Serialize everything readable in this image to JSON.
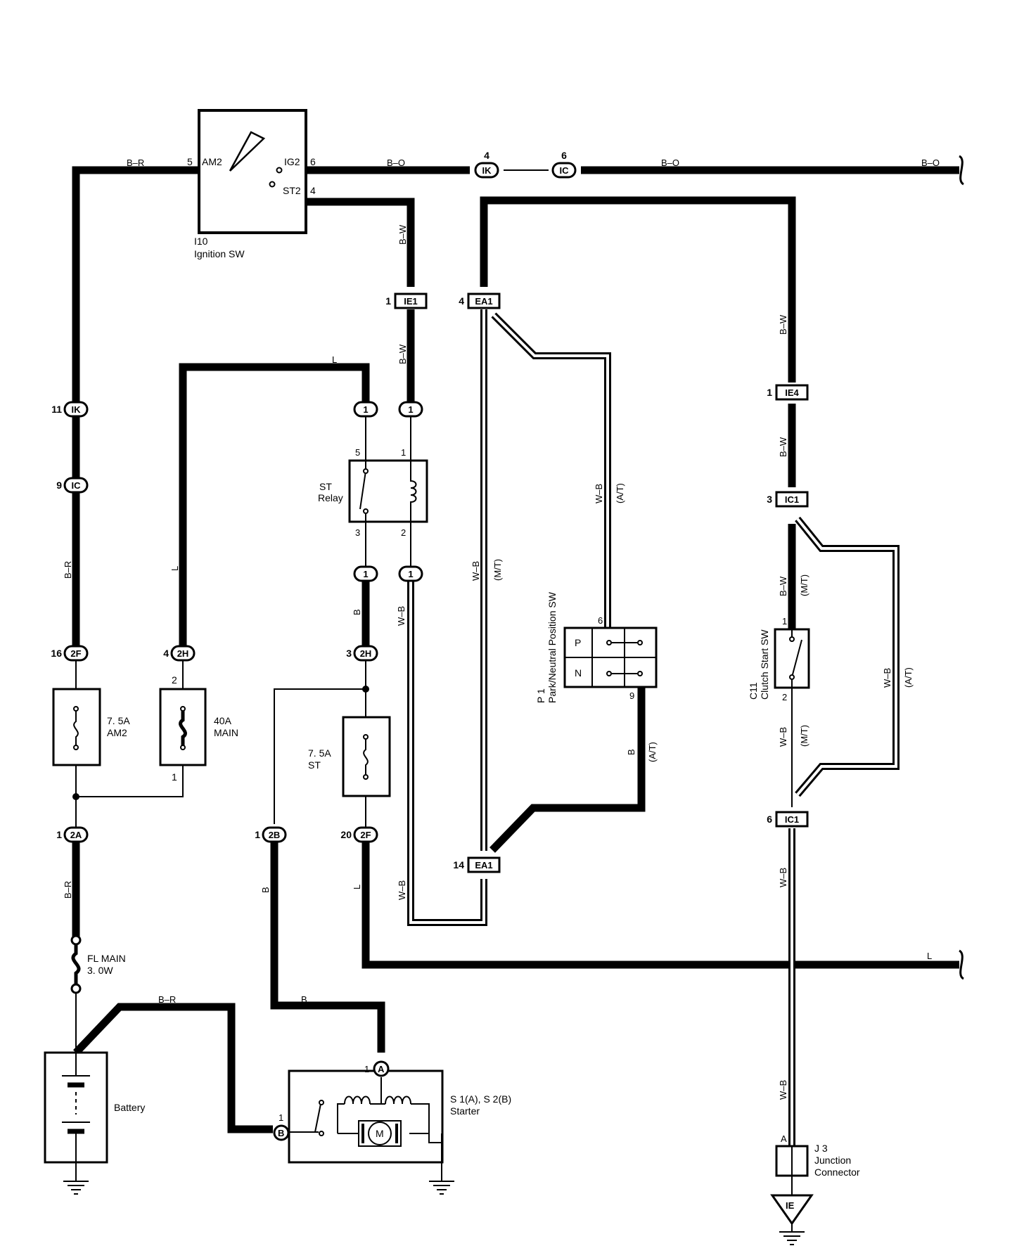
{
  "components": {
    "ignition_sw": {
      "id": "I10",
      "name": "Ignition SW",
      "am2": "AM2",
      "ig2": "IG2",
      "st2": "ST2",
      "pin_am2": "5",
      "pin_ig2": "6",
      "pin_st2": "4"
    },
    "st_relay": {
      "name": "ST",
      "name2": "Relay",
      "p5": "5",
      "p1": "1",
      "p3": "3",
      "p2": "2"
    },
    "fuse_am2": {
      "rating": "7. 5A",
      "name": "AM2"
    },
    "fuse_main": {
      "rating": "40A",
      "name": "MAIN",
      "p2": "2",
      "p1": "1"
    },
    "fuse_st": {
      "rating": "7. 5A",
      "name": "ST"
    },
    "fl_main": {
      "name": "FL MAIN",
      "rating": "3. 0W"
    },
    "battery": {
      "name": "Battery"
    },
    "starter": {
      "id": "S 1(A), S 2(B)",
      "name": "Starter",
      "motor": "M",
      "pinA": "1",
      "pinB": "1"
    },
    "pnp_sw": {
      "id": "P 1",
      "name": "Park/Neutral Position SW",
      "p": "P",
      "n": "N",
      "p6": "6",
      "p9": "9"
    },
    "clutch_sw": {
      "id": "C11",
      "name": "Clutch Start SW",
      "p1": "1",
      "p2": "2"
    },
    "junction": {
      "id": "J 3",
      "name": "Junction",
      "name2": "Connector",
      "pin": "A",
      "ground": "IE"
    }
  },
  "connectors": {
    "ik_top": {
      "code": "IK",
      "pin": "4"
    },
    "ic_top": {
      "code": "IC",
      "pin": "6"
    },
    "ik_left": {
      "code": "IK",
      "pin": "11"
    },
    "ic_left": {
      "code": "IC",
      "pin": "9"
    },
    "f2_16": {
      "code": "2F",
      "pin": "16"
    },
    "h2_4": {
      "code": "2H",
      "pin": "4"
    },
    "h2_3": {
      "code": "2H",
      "pin": "3"
    },
    "a2_1": {
      "code": "2A",
      "pin": "1"
    },
    "b2_1": {
      "code": "2B",
      "pin": "1"
    },
    "f2_20": {
      "code": "2F",
      "pin": "20"
    },
    "relay_top_l": {
      "code": "1"
    },
    "relay_top_r": {
      "code": "1"
    },
    "relay_bot_l": {
      "code": "1"
    },
    "relay_bot_r": {
      "code": "1"
    },
    "ie1": {
      "code": "IE1",
      "pin": "1"
    },
    "ea1_top": {
      "code": "EA1",
      "pin": "4"
    },
    "ea1_bot": {
      "code": "EA1",
      "pin": "14"
    },
    "ie4": {
      "code": "IE4",
      "pin": "1"
    },
    "ic1_3": {
      "code": "IC1",
      "pin": "3"
    },
    "ic1_6": {
      "code": "IC1",
      "pin": "6"
    }
  },
  "wires": {
    "br_top": "B–R",
    "bo_1": "B–O",
    "bo_2": "B–O",
    "bo_3": "B–O",
    "bw_1": "B–W",
    "bw_2": "B–W",
    "l_top": "L",
    "br_left": "B–R",
    "l_left": "L",
    "b_mid": "B",
    "wb_relay": "W–B",
    "wb_mt": "W–B",
    "mt_1": "(M/T)",
    "wb_at": "W–B",
    "at_1": "(A/T)",
    "b_pnp": "B",
    "at_2": "(A/T)",
    "bw_r1": "B–W",
    "bw_r2": "B–W",
    "bw_r3": "B–W",
    "mt_r1": "(M/T)",
    "wb_r_at": "W–B",
    "at_r": "(A/T)",
    "wb_r_mt": "W–B",
    "mt_r2": "(M/T)",
    "wb_r2": "W–B",
    "wb_r3": "W–B",
    "br_low": "B–R",
    "b_2b": "B",
    "l_2f": "L",
    "wb_ea": "W–B",
    "l_bottom": "L",
    "br_batt": "B–R",
    "b_starter": "B"
  }
}
